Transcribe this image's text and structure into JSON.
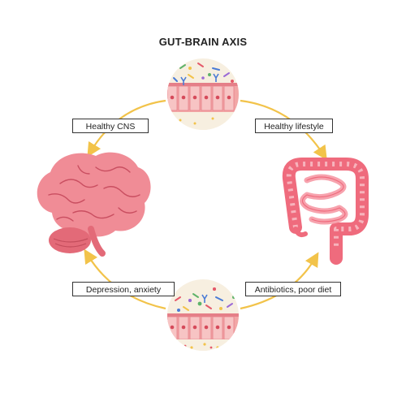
{
  "title": "GUT-BRAIN AXIS",
  "labels": {
    "healthy_cns": "Healthy CNS",
    "healthy_lifestyle": "Healthy lifestyle",
    "depression": "Depression, anxiety",
    "antibiotics": "Antibiotics, poor diet"
  },
  "stock_id": "497992605",
  "colors": {
    "arrow": "#f2c34a",
    "brain": "#f08c96",
    "brain_dark": "#e36a78",
    "gut": "#ef6b7d",
    "gut_light": "#f7b3bc",
    "tissue": "#f2a6a6",
    "circle_bg": "#f7efe0"
  },
  "icons": {
    "brain": "brain-icon",
    "intestine": "intestine-icon",
    "healthy_microbiome": "healthy-microbiome-icon",
    "unhealthy_microbiome": "unhealthy-microbiome-icon"
  }
}
